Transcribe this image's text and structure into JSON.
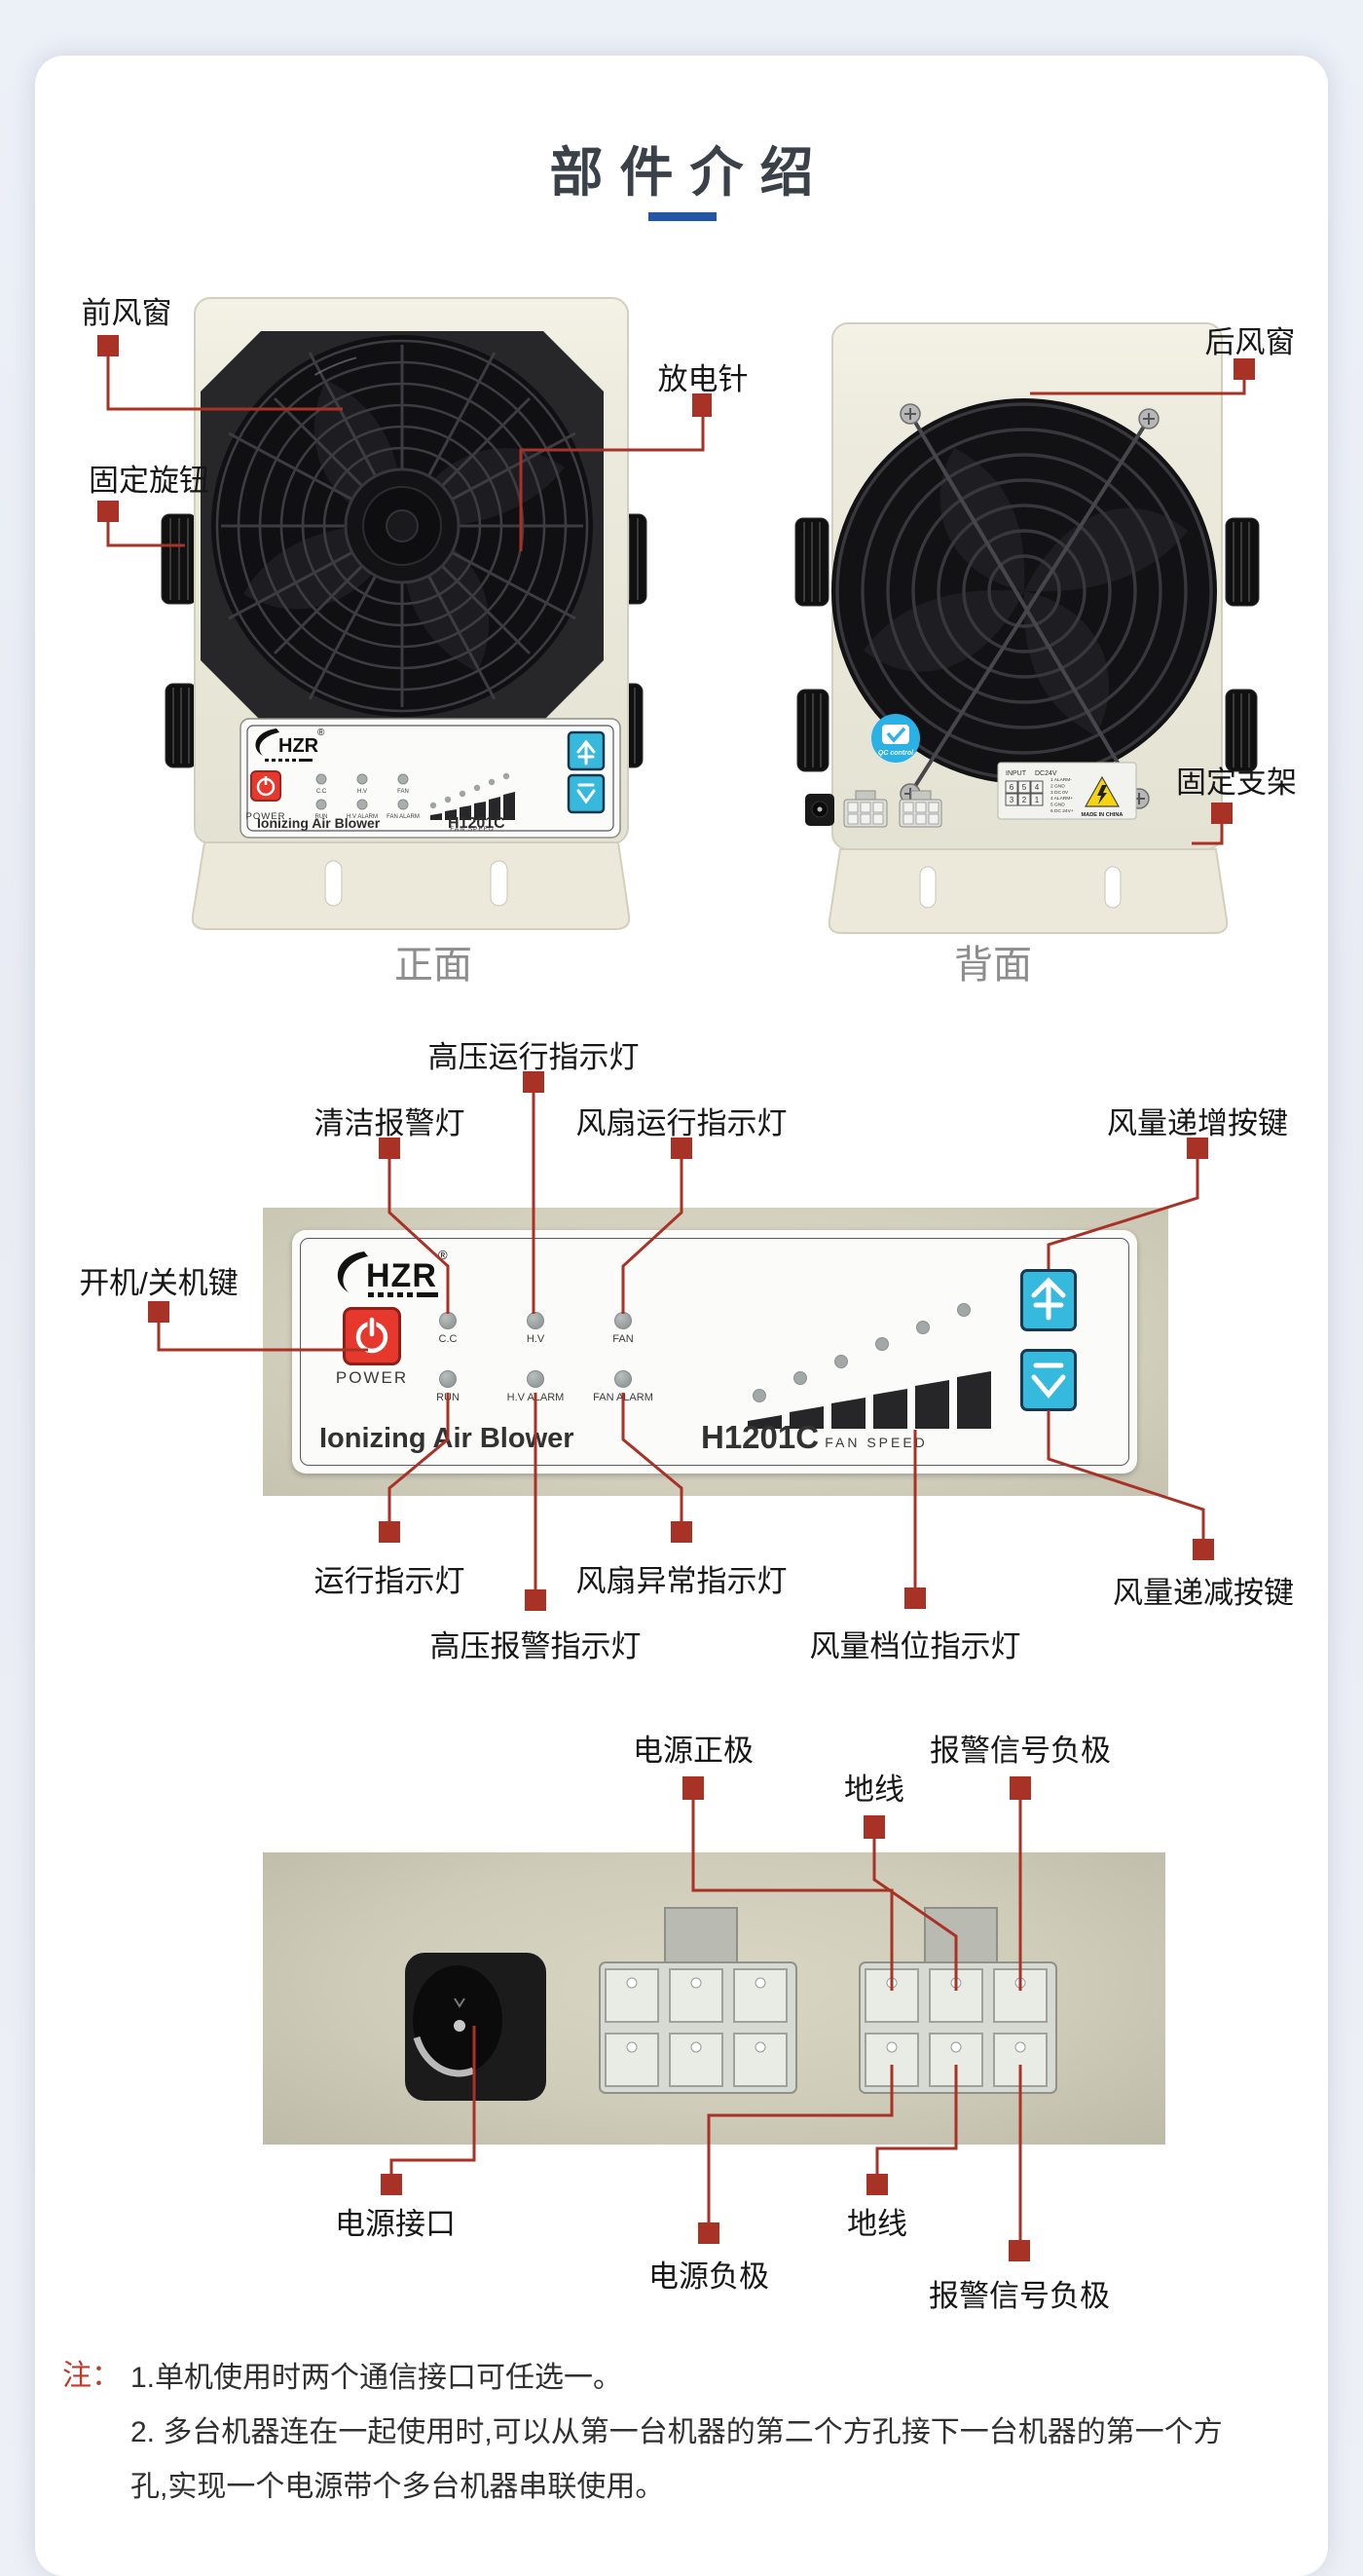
{
  "title": {
    "text": "部件介绍"
  },
  "captions": {
    "front": "正面",
    "back": "背面"
  },
  "panel": {
    "logo": "HZR",
    "reg": "®",
    "power": "POWER",
    "leds_top": [
      "C.C",
      "H.V",
      "FAN"
    ],
    "leds_bottom": [
      "RUN",
      "H.V ALARM",
      "FAN ALARM"
    ],
    "fan_speed": "FAN SPEED",
    "product": "Ionizing Air Blower",
    "model": "H1201C"
  },
  "back_plate": {
    "input": "INPUT",
    "voltage": "DC24V",
    "grid_top": [
      "6",
      "5",
      "4"
    ],
    "grid_bottom": [
      "3",
      "2",
      "1"
    ],
    "pins": [
      "1  ALARM-",
      "2  GND",
      "3  DC 0V",
      "4  ALARM+",
      "5  GND",
      "6  DC 24V+"
    ],
    "made_in": "MADE IN CHINA",
    "qc": "QC control"
  },
  "callouts": {
    "front_window": "前风窗",
    "discharge_needle": "放电针",
    "fixing_knob": "固定旋钮",
    "rear_window": "后风窗",
    "fixing_bracket": "固定支架",
    "hv_run": "高压运行指示灯",
    "clean_alarm": "清洁报警灯",
    "fan_run": "风扇运行指示灯",
    "vol_up": "风量递增按键",
    "power_key": "开机/关机键",
    "run": "运行指示灯",
    "hv_alarm": "高压报警指示灯",
    "fan_abnormal": "风扇异常指示灯",
    "vol_level": "风量档位指示灯",
    "vol_down": "风量递减按键",
    "power_pos": "电源正极",
    "ground_top": "地线",
    "alarm_neg_top": "报警信号负极",
    "power_port": "电源接口",
    "power_neg": "电源负极",
    "ground_bottom": "地线",
    "alarm_neg_bottom": "报警信号负极"
  },
  "notes": {
    "prefix": "注：",
    "item1": "1.单机使用时两个通信接口可任选一。",
    "item2": "2. 多台机器连在一起使用时,可以从第一台机器的第二个方孔接下一台机器的第一个方孔,实现一个电源带个多台机器串联使用。"
  },
  "colors": {
    "accent_red": "#a93226",
    "accent_blue": "#2257a8",
    "button_cyan": "#35b9dc",
    "power_red": "#e6382c",
    "photo_beige": "#d3d0be"
  }
}
